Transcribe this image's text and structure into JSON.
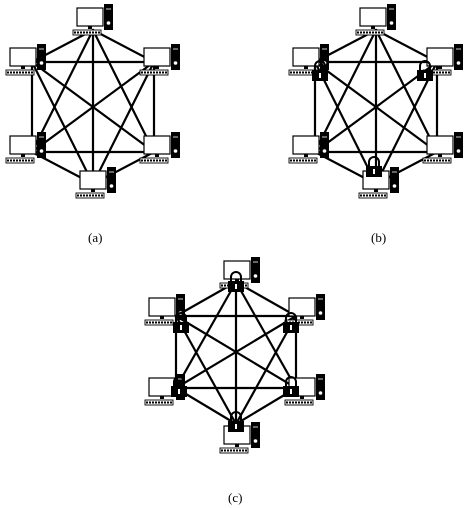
{
  "figure": {
    "panels": [
      {
        "id": "a",
        "label": "(a)",
        "locks_on": []
      },
      {
        "id": "b",
        "label": "(b)",
        "locks_on": [
          1,
          3,
          5
        ]
      },
      {
        "id": "c",
        "label": "(c)",
        "locks_on": [
          0,
          1,
          2,
          3,
          4,
          5
        ]
      }
    ],
    "node_count": 6,
    "topology": "full-mesh",
    "colors": {
      "ink": "#000000",
      "paper": "#ffffff"
    }
  }
}
